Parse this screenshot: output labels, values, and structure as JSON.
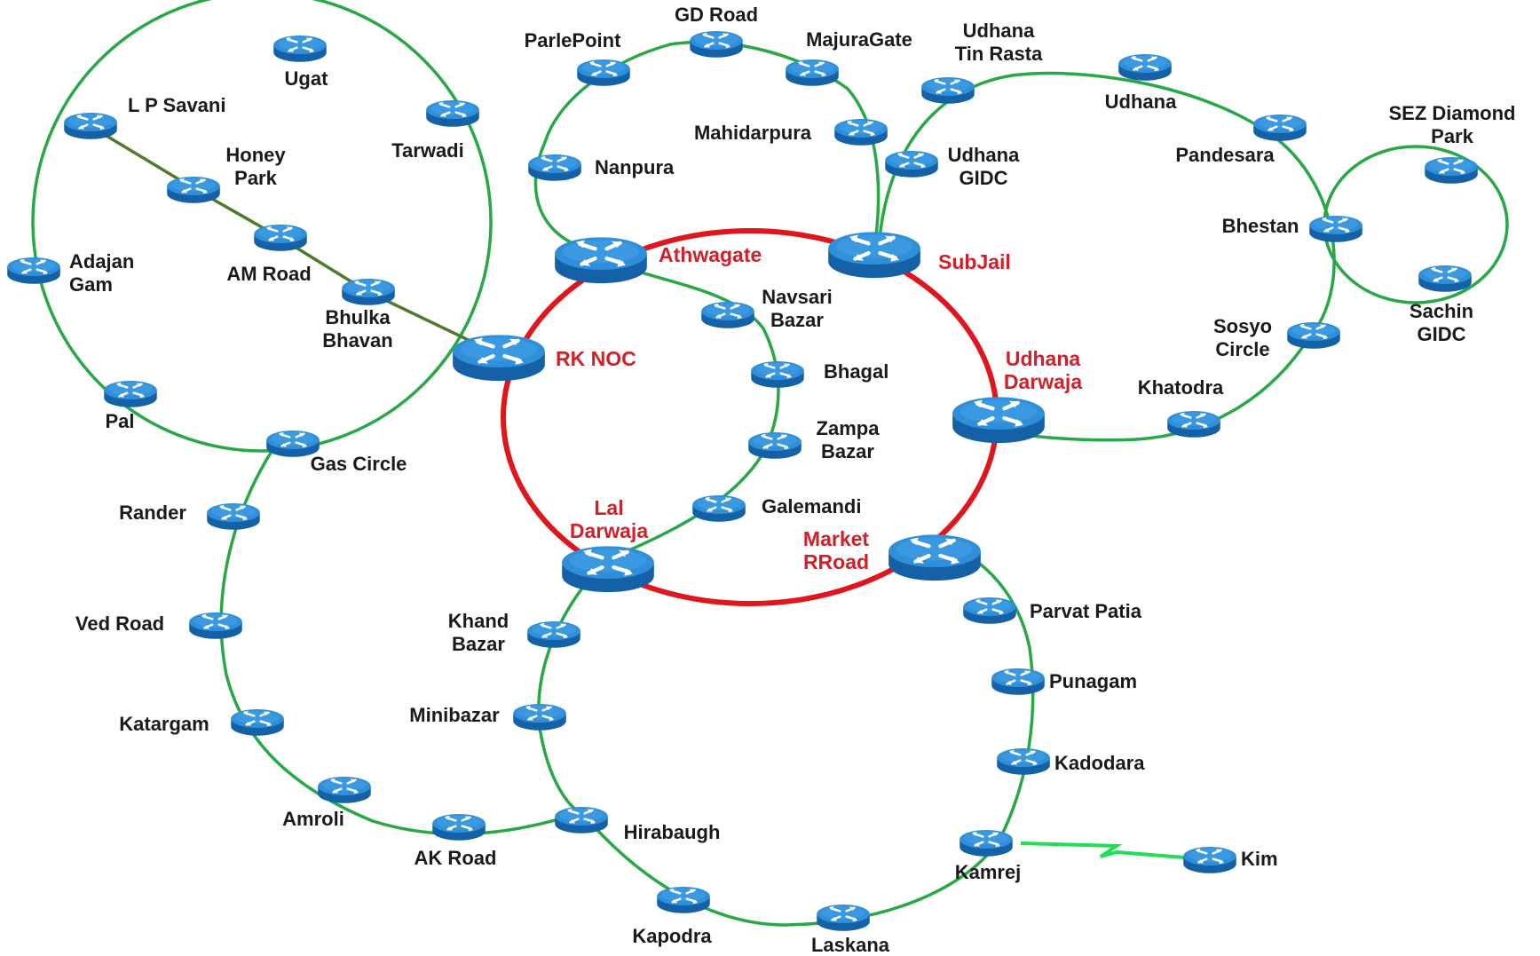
{
  "colors": {
    "router_top": "#2f8fd8",
    "router_side": "#1561a8",
    "access_ring": "#27a845",
    "core_ring": "#e0161e",
    "wireless_link": "#22dd55",
    "core_label": "#d0202a",
    "node_label": "#1a1a1a"
  },
  "icon": "router-icon",
  "core_nodes": [
    {
      "id": "athwagate",
      "lines": [
        "Athwagate"
      ]
    },
    {
      "id": "subjail",
      "lines": [
        "SubJail"
      ]
    },
    {
      "id": "rk-noc",
      "lines": [
        "RK NOC"
      ]
    },
    {
      "id": "udhana-darwaja",
      "lines": [
        "Udhana",
        "Darwaja"
      ]
    },
    {
      "id": "lal-darwaja",
      "lines": [
        "Lal",
        "Darwaja"
      ]
    },
    {
      "id": "market-rroad",
      "lines": [
        "Market",
        "RRoad"
      ]
    }
  ],
  "nodes": [
    {
      "id": "ugat",
      "lines": [
        "Ugat"
      ]
    },
    {
      "id": "lp-savani",
      "lines": [
        "L P Savani"
      ]
    },
    {
      "id": "tarwadi",
      "lines": [
        "Tarwadi"
      ]
    },
    {
      "id": "honey-park",
      "lines": [
        "Honey",
        "Park"
      ]
    },
    {
      "id": "am-road",
      "lines": [
        "AM Road"
      ]
    },
    {
      "id": "bhulka-bhavan",
      "lines": [
        "Bhulka",
        "Bhavan"
      ]
    },
    {
      "id": "adajan-gam",
      "lines": [
        "Adajan",
        "Gam"
      ]
    },
    {
      "id": "pal",
      "lines": [
        "Pal"
      ]
    },
    {
      "id": "gas-circle",
      "lines": [
        "Gas Circle"
      ]
    },
    {
      "id": "rander",
      "lines": [
        "Rander"
      ]
    },
    {
      "id": "ved-road",
      "lines": [
        "Ved Road"
      ]
    },
    {
      "id": "katargam",
      "lines": [
        "Katargam"
      ]
    },
    {
      "id": "amroli",
      "lines": [
        "Amroli"
      ]
    },
    {
      "id": "ak-road",
      "lines": [
        "AK Road"
      ]
    },
    {
      "id": "hirabaugh",
      "lines": [
        "Hirabaugh"
      ]
    },
    {
      "id": "minibazar",
      "lines": [
        "Minibazar"
      ]
    },
    {
      "id": "khand-bazar",
      "lines": [
        "Khand",
        "Bazar"
      ]
    },
    {
      "id": "kapodra",
      "lines": [
        "Kapodra"
      ]
    },
    {
      "id": "laskana",
      "lines": [
        "Laskana"
      ]
    },
    {
      "id": "kamrej",
      "lines": [
        "Kamrej"
      ]
    },
    {
      "id": "kim",
      "lines": [
        "Kim"
      ]
    },
    {
      "id": "kadodara",
      "lines": [
        "Kadodara"
      ]
    },
    {
      "id": "punagam",
      "lines": [
        "Punagam"
      ]
    },
    {
      "id": "parvat-patia",
      "lines": [
        "Parvat Patia"
      ]
    },
    {
      "id": "parlepoint",
      "lines": [
        "ParlePoint"
      ]
    },
    {
      "id": "gd-road",
      "lines": [
        "GD Road"
      ]
    },
    {
      "id": "majuragate",
      "lines": [
        "MajuraGate"
      ]
    },
    {
      "id": "mahidarpura",
      "lines": [
        "Mahidarpura"
      ]
    },
    {
      "id": "nanpura",
      "lines": [
        "Nanpura"
      ]
    },
    {
      "id": "navsari-bazar",
      "lines": [
        "Navsari",
        "Bazar"
      ]
    },
    {
      "id": "bhagal",
      "lines": [
        "Bhagal"
      ]
    },
    {
      "id": "zampa-bazar",
      "lines": [
        "Zampa",
        "Bazar"
      ]
    },
    {
      "id": "galemandi",
      "lines": [
        "Galemandi"
      ]
    },
    {
      "id": "udhana-tin-rasta",
      "lines": [
        "Udhana",
        "Tin Rasta"
      ]
    },
    {
      "id": "udhana",
      "lines": [
        "Udhana"
      ]
    },
    {
      "id": "udhana-gidc",
      "lines": [
        "Udhana",
        "GIDC"
      ]
    },
    {
      "id": "pandesara",
      "lines": [
        "Pandesara"
      ]
    },
    {
      "id": "bhestan",
      "lines": [
        "Bhestan"
      ]
    },
    {
      "id": "sez-diamond-park",
      "lines": [
        "SEZ Diamond",
        "Park"
      ]
    },
    {
      "id": "sachin-gidc",
      "lines": [
        "Sachin",
        "GIDC"
      ]
    },
    {
      "id": "sosyo-circle",
      "lines": [
        "Sosyo",
        "Circle"
      ]
    },
    {
      "id": "khatodra",
      "lines": [
        "Khatodra"
      ]
    }
  ]
}
